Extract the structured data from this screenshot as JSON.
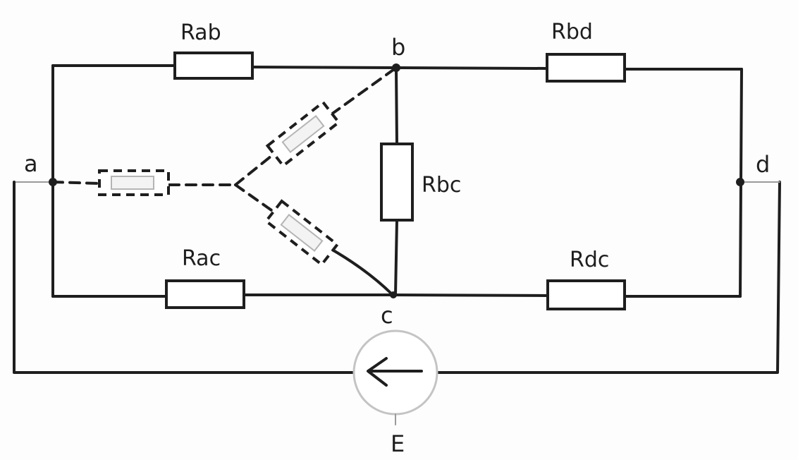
{
  "nodes": {
    "a": "a",
    "b": "b",
    "c": "c",
    "d": "d"
  },
  "resistors": {
    "ab": "Rab",
    "bd": "Rbd",
    "bc": "Rbc",
    "ac": "Rac",
    "dc": "Rdc"
  },
  "source": {
    "label": "E"
  }
}
